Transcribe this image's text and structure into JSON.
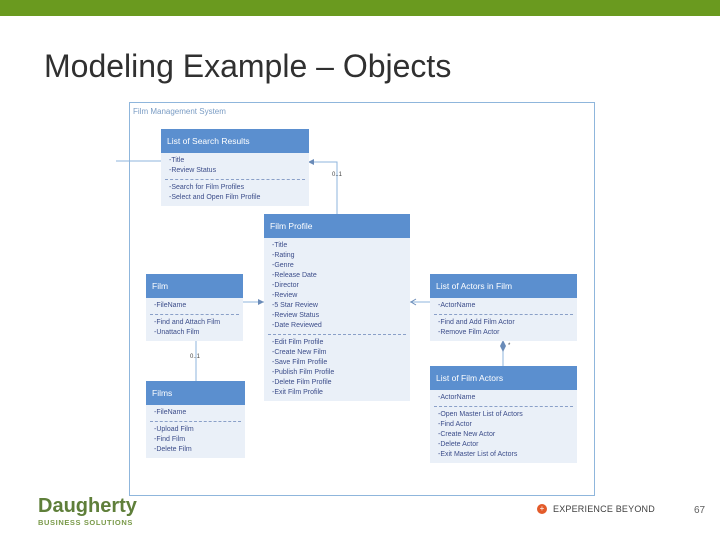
{
  "slide": {
    "title": "Modeling Example – Objects",
    "page_number": "67",
    "accent_color": "#6a9a1f"
  },
  "diagram": {
    "system_label": "Film Management System",
    "classes": {
      "search_results": {
        "name": "List of Search Results",
        "attributes": [
          "-Title",
          "-Review Status"
        ],
        "operations": [
          "-Search for Film Profiles",
          "-Select and Open Film Profile"
        ]
      },
      "film_profile": {
        "name": "Film Profile",
        "attributes": [
          "-Title",
          "-Rating",
          "-Genre",
          "-Release Date",
          "-Director",
          "-Review",
          "-5 Star Review",
          "-Review Status",
          "-Date Reviewed"
        ],
        "operations": [
          "-Edit Film Profile",
          "-Create New Film",
          "-Save Film Profile",
          "-Publish Film Profile",
          "-Delete Film Profile",
          "-Exit Film Profile"
        ]
      },
      "film": {
        "name": "Film",
        "attributes": [
          "-FileName"
        ],
        "operations": [
          "-Find and Attach Film",
          "-Unattach Film"
        ]
      },
      "actors_in_film": {
        "name": "List of Actors in Film",
        "attributes": [
          "-ActorName"
        ],
        "operations": [
          "-Find and Add Film Actor",
          "-Remove Film Actor"
        ]
      },
      "film_actors": {
        "name": "List of Film Actors",
        "attributes": [
          "-ActorName"
        ],
        "operations": [
          "-Open Master List of Actors",
          "-Find Actor",
          "-Create New Actor",
          "-Delete Actor",
          "-Exit Master List of Actors"
        ]
      },
      "films": {
        "name": "Films",
        "attributes": [
          "-FileName"
        ],
        "operations": [
          "-Upload Film",
          "-Find Film",
          "-Delete Film"
        ]
      }
    },
    "multiplicities": {
      "search_to_profile": "0..1",
      "film_to_films": "0..1",
      "actors_link": "*"
    }
  },
  "footer": {
    "logo_name": "Daugherty",
    "logo_sub": "BUSINESS SOLUTIONS",
    "tagline_icon": "+",
    "tagline": "EXPERIENCE BEYOND"
  }
}
